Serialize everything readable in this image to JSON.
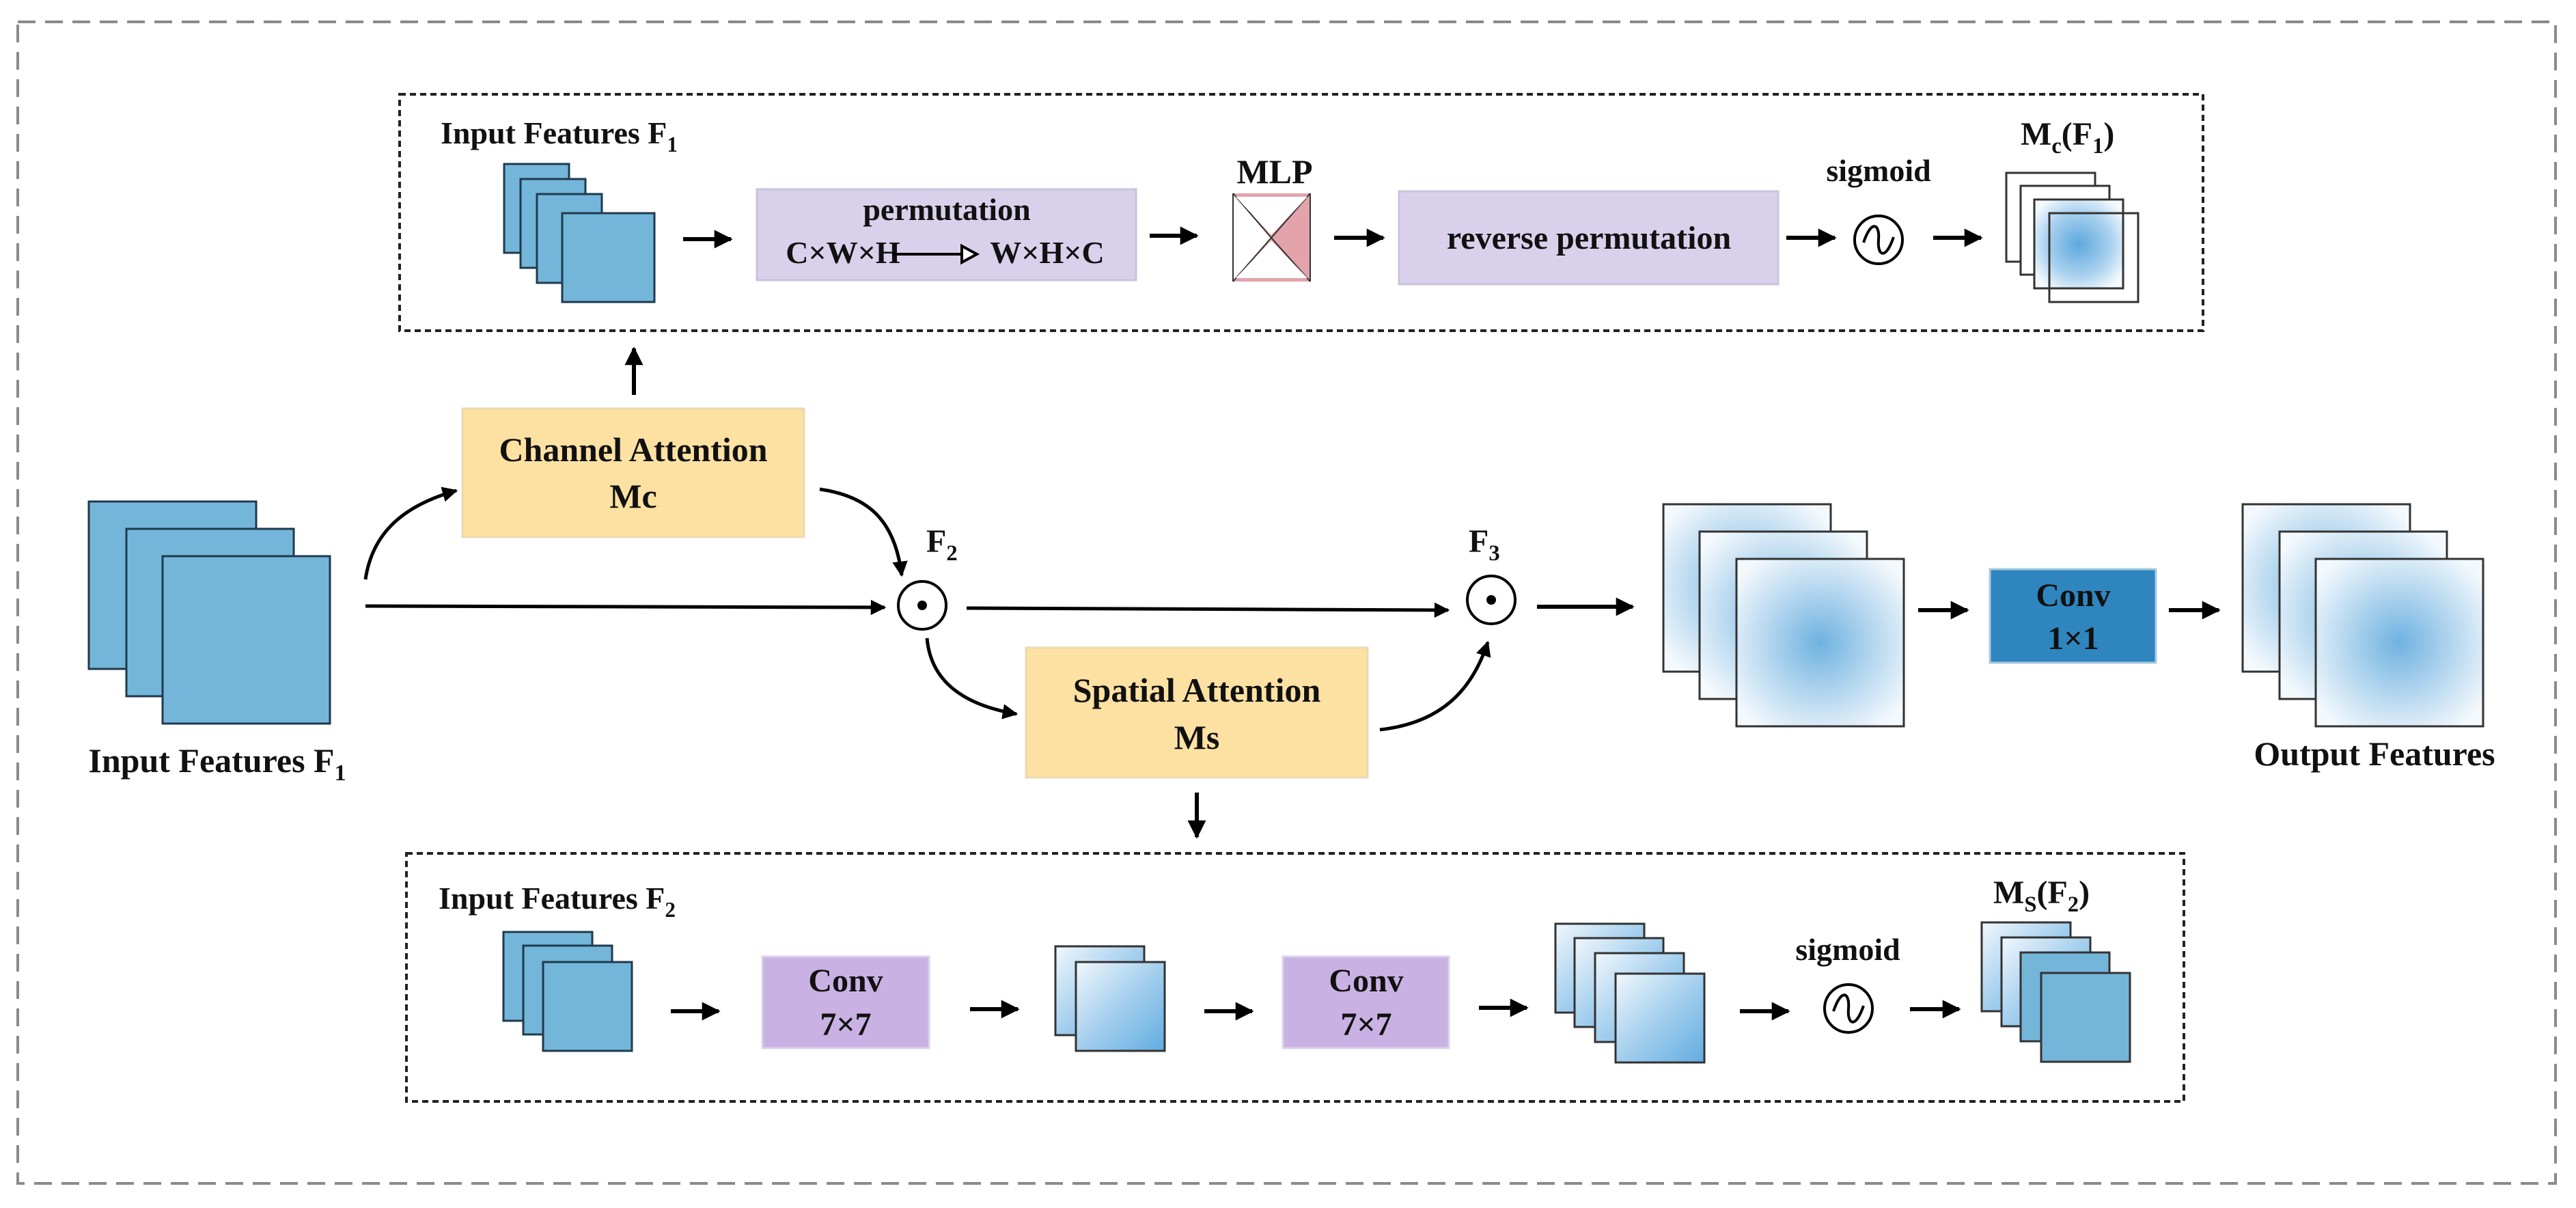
{
  "colors": {
    "feature_blue": "#74B6DA",
    "attention_box": "#FDE1A3",
    "permutation_box": "#D9D1EB",
    "conv7_box": "#C9B2E3",
    "conv1_box": "#2F86BF",
    "mlp_wedge": "#E3A3AA",
    "arrow": "#000000"
  },
  "main": {
    "input_label": "Input Features F",
    "input_sub": "1",
    "channel_attention": {
      "line1": "Channel Attention",
      "line2": "Mc"
    },
    "spatial_attention": {
      "line1": "Spatial Attention",
      "line2": "Ms"
    },
    "f2_label": "F",
    "f2_sub": "2",
    "f3_label": "F",
    "f3_sub": "3",
    "conv_line1": "Conv",
    "conv_line2": "1×1",
    "output_label": "Output Features"
  },
  "channel_module": {
    "input_label": "Input Features F",
    "input_sub": "1",
    "permutation_title": "permutation",
    "permutation_left": "C×W×H",
    "permutation_right": "W×H×C",
    "mlp_label": "MLP",
    "reverse_label": "reverse permutation",
    "sigmoid_label": "sigmoid",
    "output_M": "M",
    "output_sub": "c",
    "output_arg": "(F",
    "output_arg_sub": "1",
    "output_close": ")"
  },
  "spatial_module": {
    "input_label": "Input Features F",
    "input_sub": "2",
    "conv_a_line1": "Conv",
    "conv_a_line2": "7×7",
    "conv_b_line1": "Conv",
    "conv_b_line2": "7×7",
    "sigmoid_label": "sigmoid",
    "output_M": "M",
    "output_sub": "S",
    "output_arg": "(F",
    "output_arg_sub": "2",
    "output_close": ")"
  }
}
